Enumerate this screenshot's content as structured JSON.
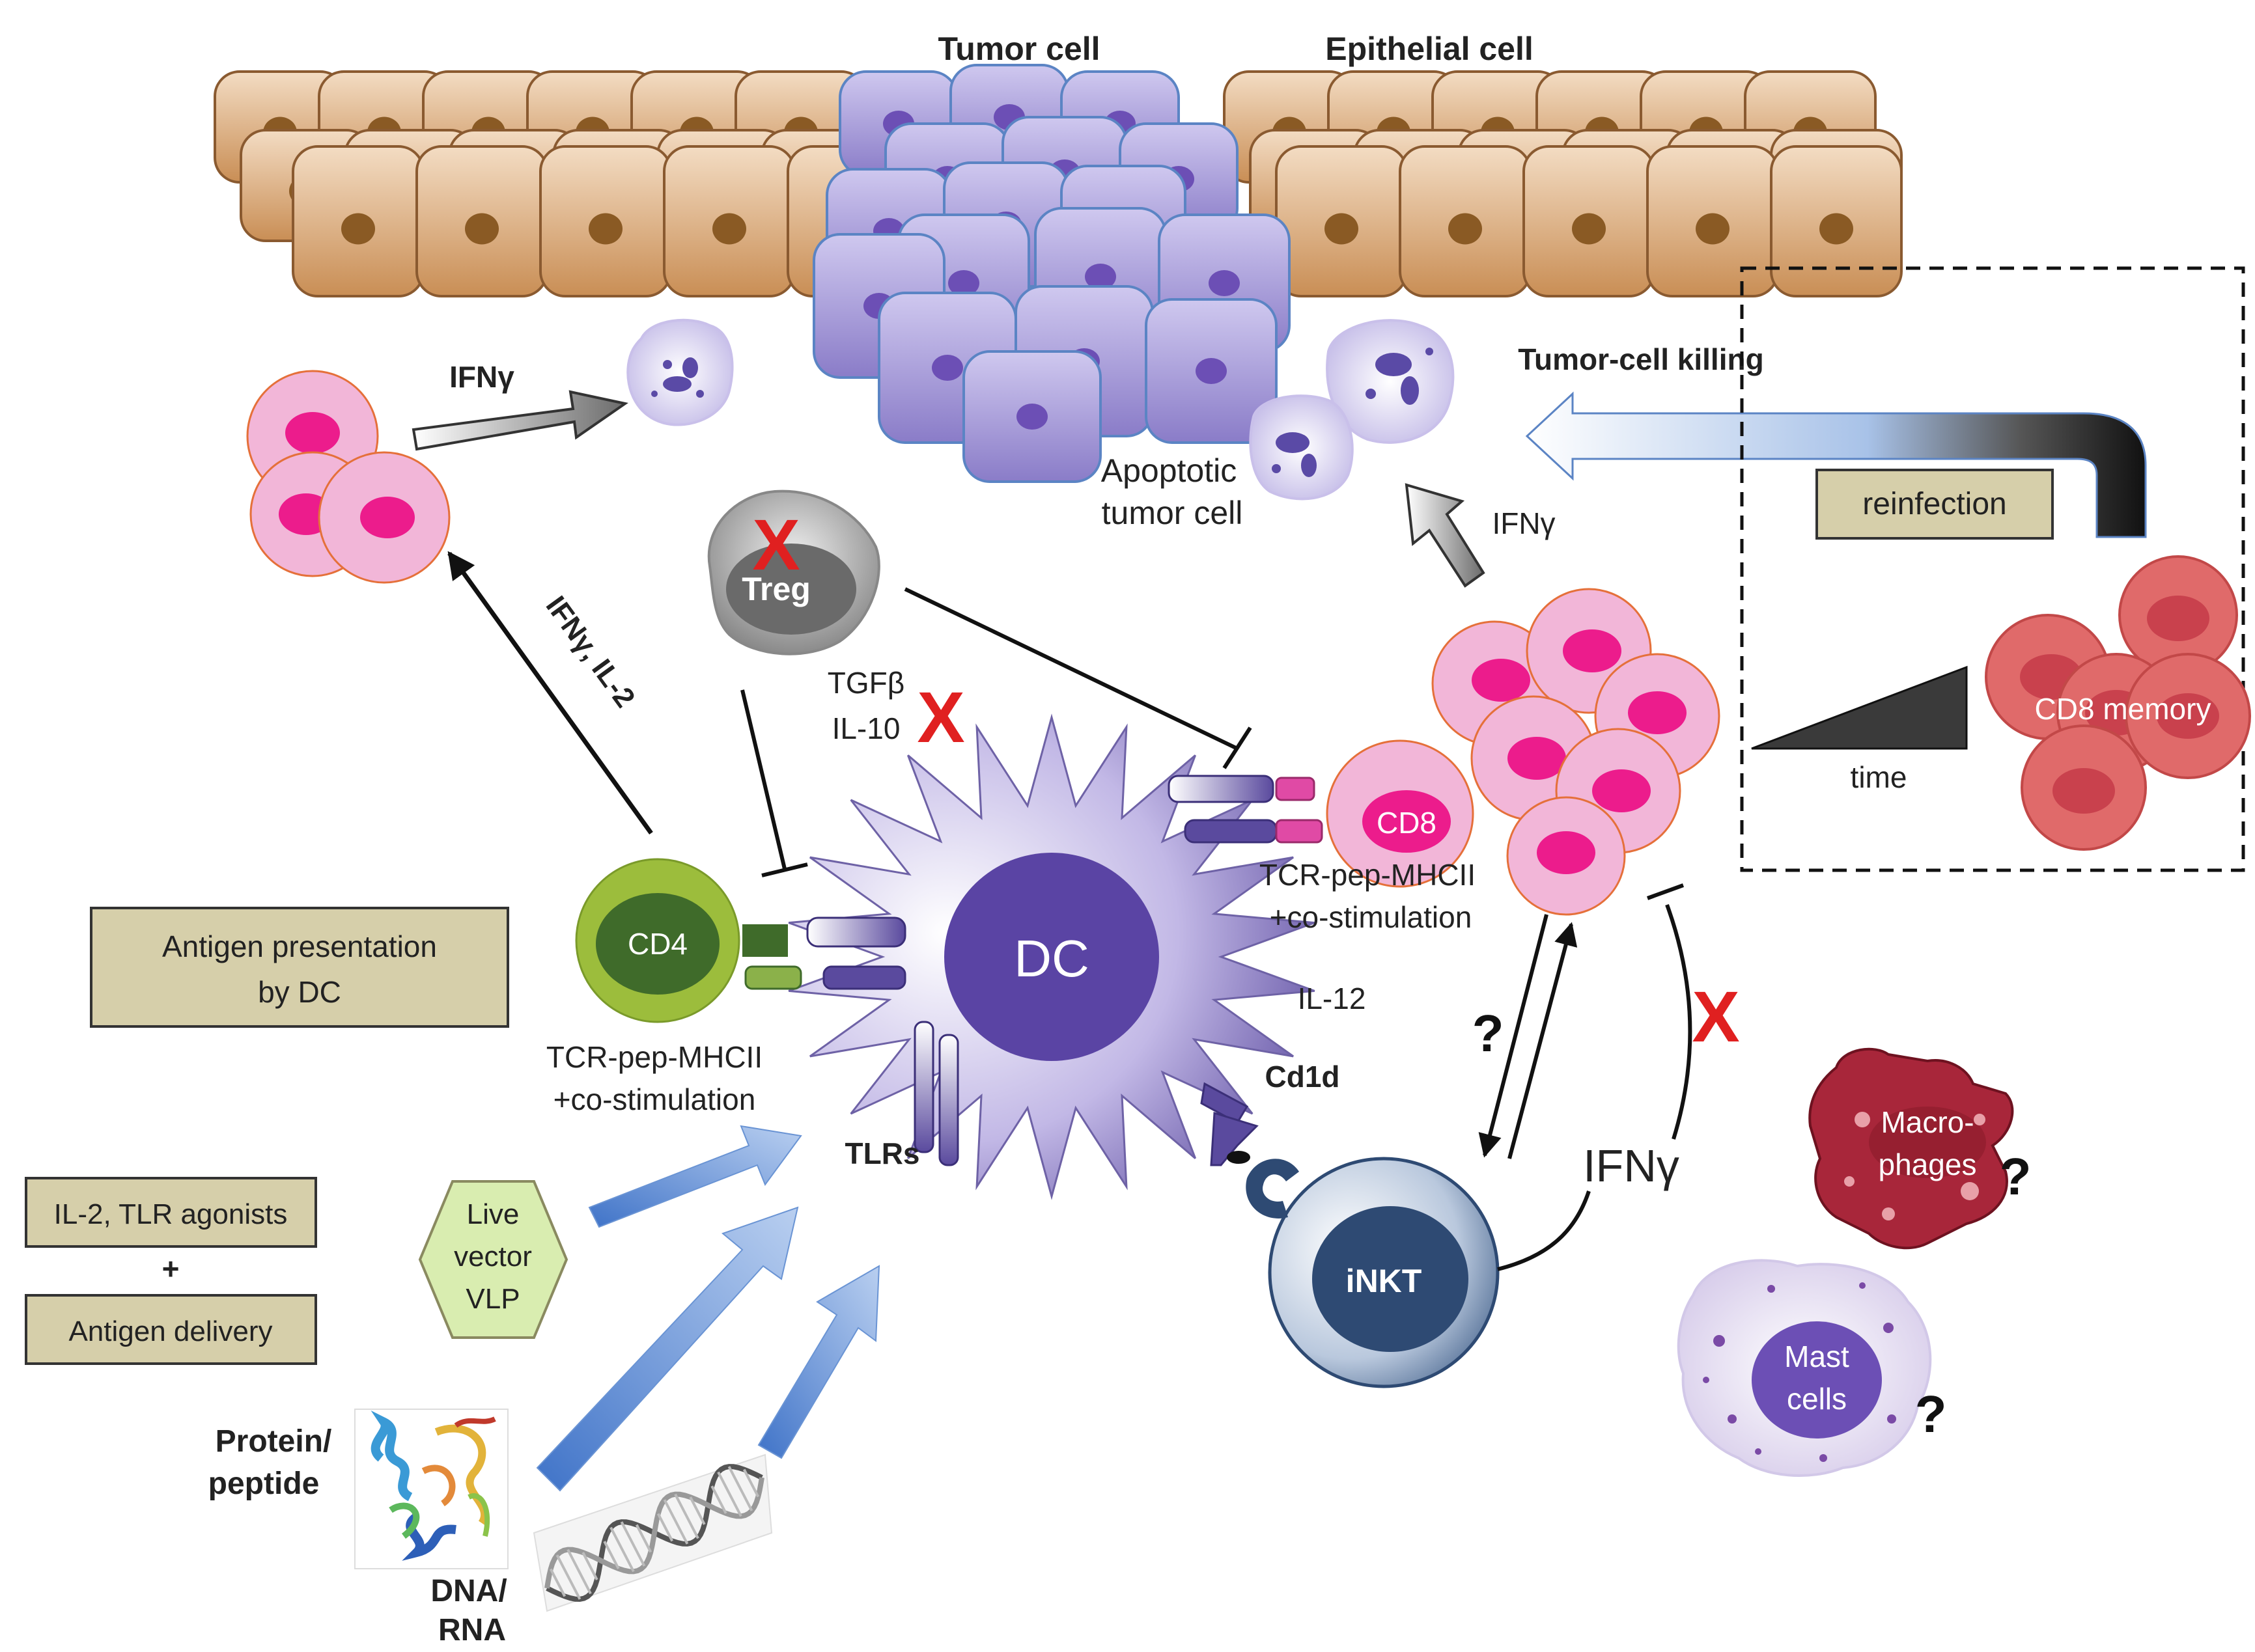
{
  "labels": {
    "tumor_cell": "Tumor cell",
    "epithelial_cell": "Epithelial cell",
    "ifng_top": "IFNγ",
    "tumor_cell_killing": "Tumor-cell killing",
    "reinfection": "reinfection",
    "apoptotic_line1": "Apoptotic",
    "apoptotic_line2": "tumor cell",
    "ifng_cd8": "IFNγ",
    "treg": "Treg",
    "tgfb": "TGFβ",
    "il10": "IL-10",
    "ifng_il2": "IFNγ, IL-2",
    "cd8": "CD8",
    "cd8_memory": "CD8 memory",
    "time": "time",
    "tcr_cd8_line1": "TCR-pep-MHCII",
    "tcr_cd8_line2": "+co-stimulation",
    "cd4": "CD4",
    "dc": "DC",
    "il12": "IL-12",
    "cd1d": "Cd1d",
    "tlrs": "TLRs",
    "tcr_cd4_line1": "TCR-pep-MHCII",
    "tcr_cd4_line2": "+co-stimulation",
    "antigen_presentation_line1": "Antigen presentation",
    "antigen_presentation_line2": "by DC",
    "il2_tlr_agonists": "IL-2, TLR agonists",
    "plus": "+",
    "antigen_delivery": "Antigen delivery",
    "live_vector_line1": "Live",
    "live_vector_line2": "vector",
    "live_vector_line3": "VLP",
    "protein_line1": "Protein/",
    "protein_line2": "peptide",
    "dna_line1": "DNA/",
    "dna_line2": "RNA",
    "inkt": "iNKT",
    "ifng_inkt": "IFNγ",
    "macrophages_line1": "Macro-",
    "macrophages_line2": "phages",
    "mast_line1": "Mast",
    "mast_line2": "cells",
    "question": "?",
    "x_mark": "X"
  },
  "colors": {
    "epithelial": "#d9a577",
    "tumor": "#9f93d6",
    "dc": "#5a4a9e",
    "cd4_outer": "#9cbd3c",
    "cd4_inner": "#3f6b2a",
    "cd8_cell": "#f2a6d0",
    "cd8_nucleus": "#ec1c8c",
    "memory_cell": "#e06060",
    "inkt": "#2e4a73",
    "treg": "#6e6e6e",
    "label_box": "#d6cfaa",
    "blue_arrow": "#6a94d4",
    "inhibit_x": "#e02020"
  },
  "icons": [
    "x-mark-icon",
    "question-mark-icon",
    "protein-structure-icon",
    "dna-helix-icon",
    "hexagon-icon"
  ]
}
